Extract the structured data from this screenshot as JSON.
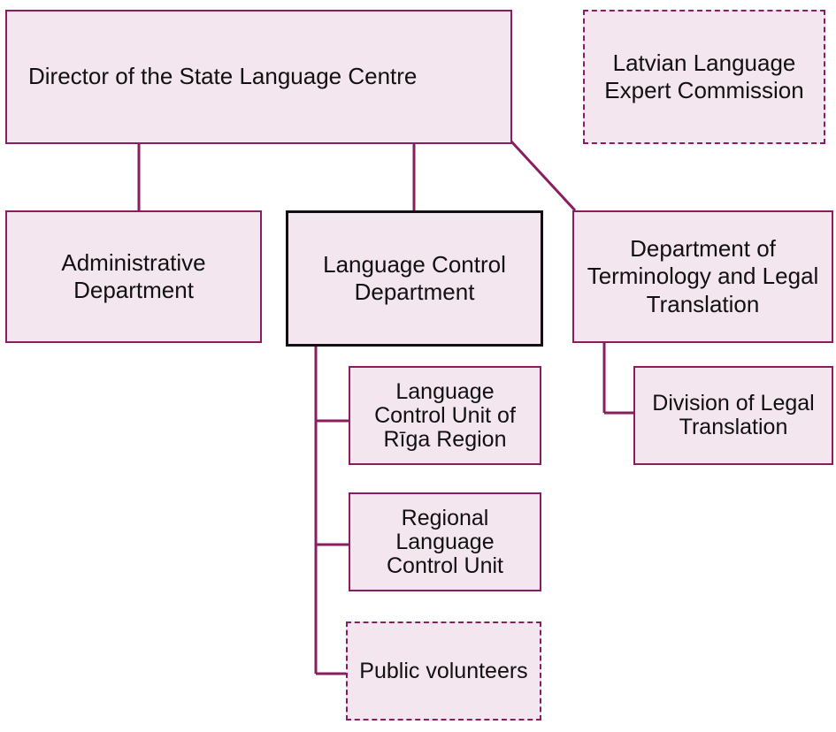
{
  "colors": {
    "border": "#8a1d5f",
    "fill": "#f3e6ef",
    "emphasis_border": "#111111",
    "text": "#111111"
  },
  "nodes": {
    "director": "Director of the State Language Centre",
    "expert_commission": "Latvian Language Expert Commission",
    "administrative": "Administrative Department",
    "language_control": "Language Control Department",
    "terminology": "Department of Terminology and Legal Translation",
    "riga_unit": "Language Control Unit of Rīga Region",
    "regional_unit": "Regional Language Control Unit",
    "public_volunteers": "Public volunteers",
    "legal_division": "Division of Legal Translation"
  }
}
